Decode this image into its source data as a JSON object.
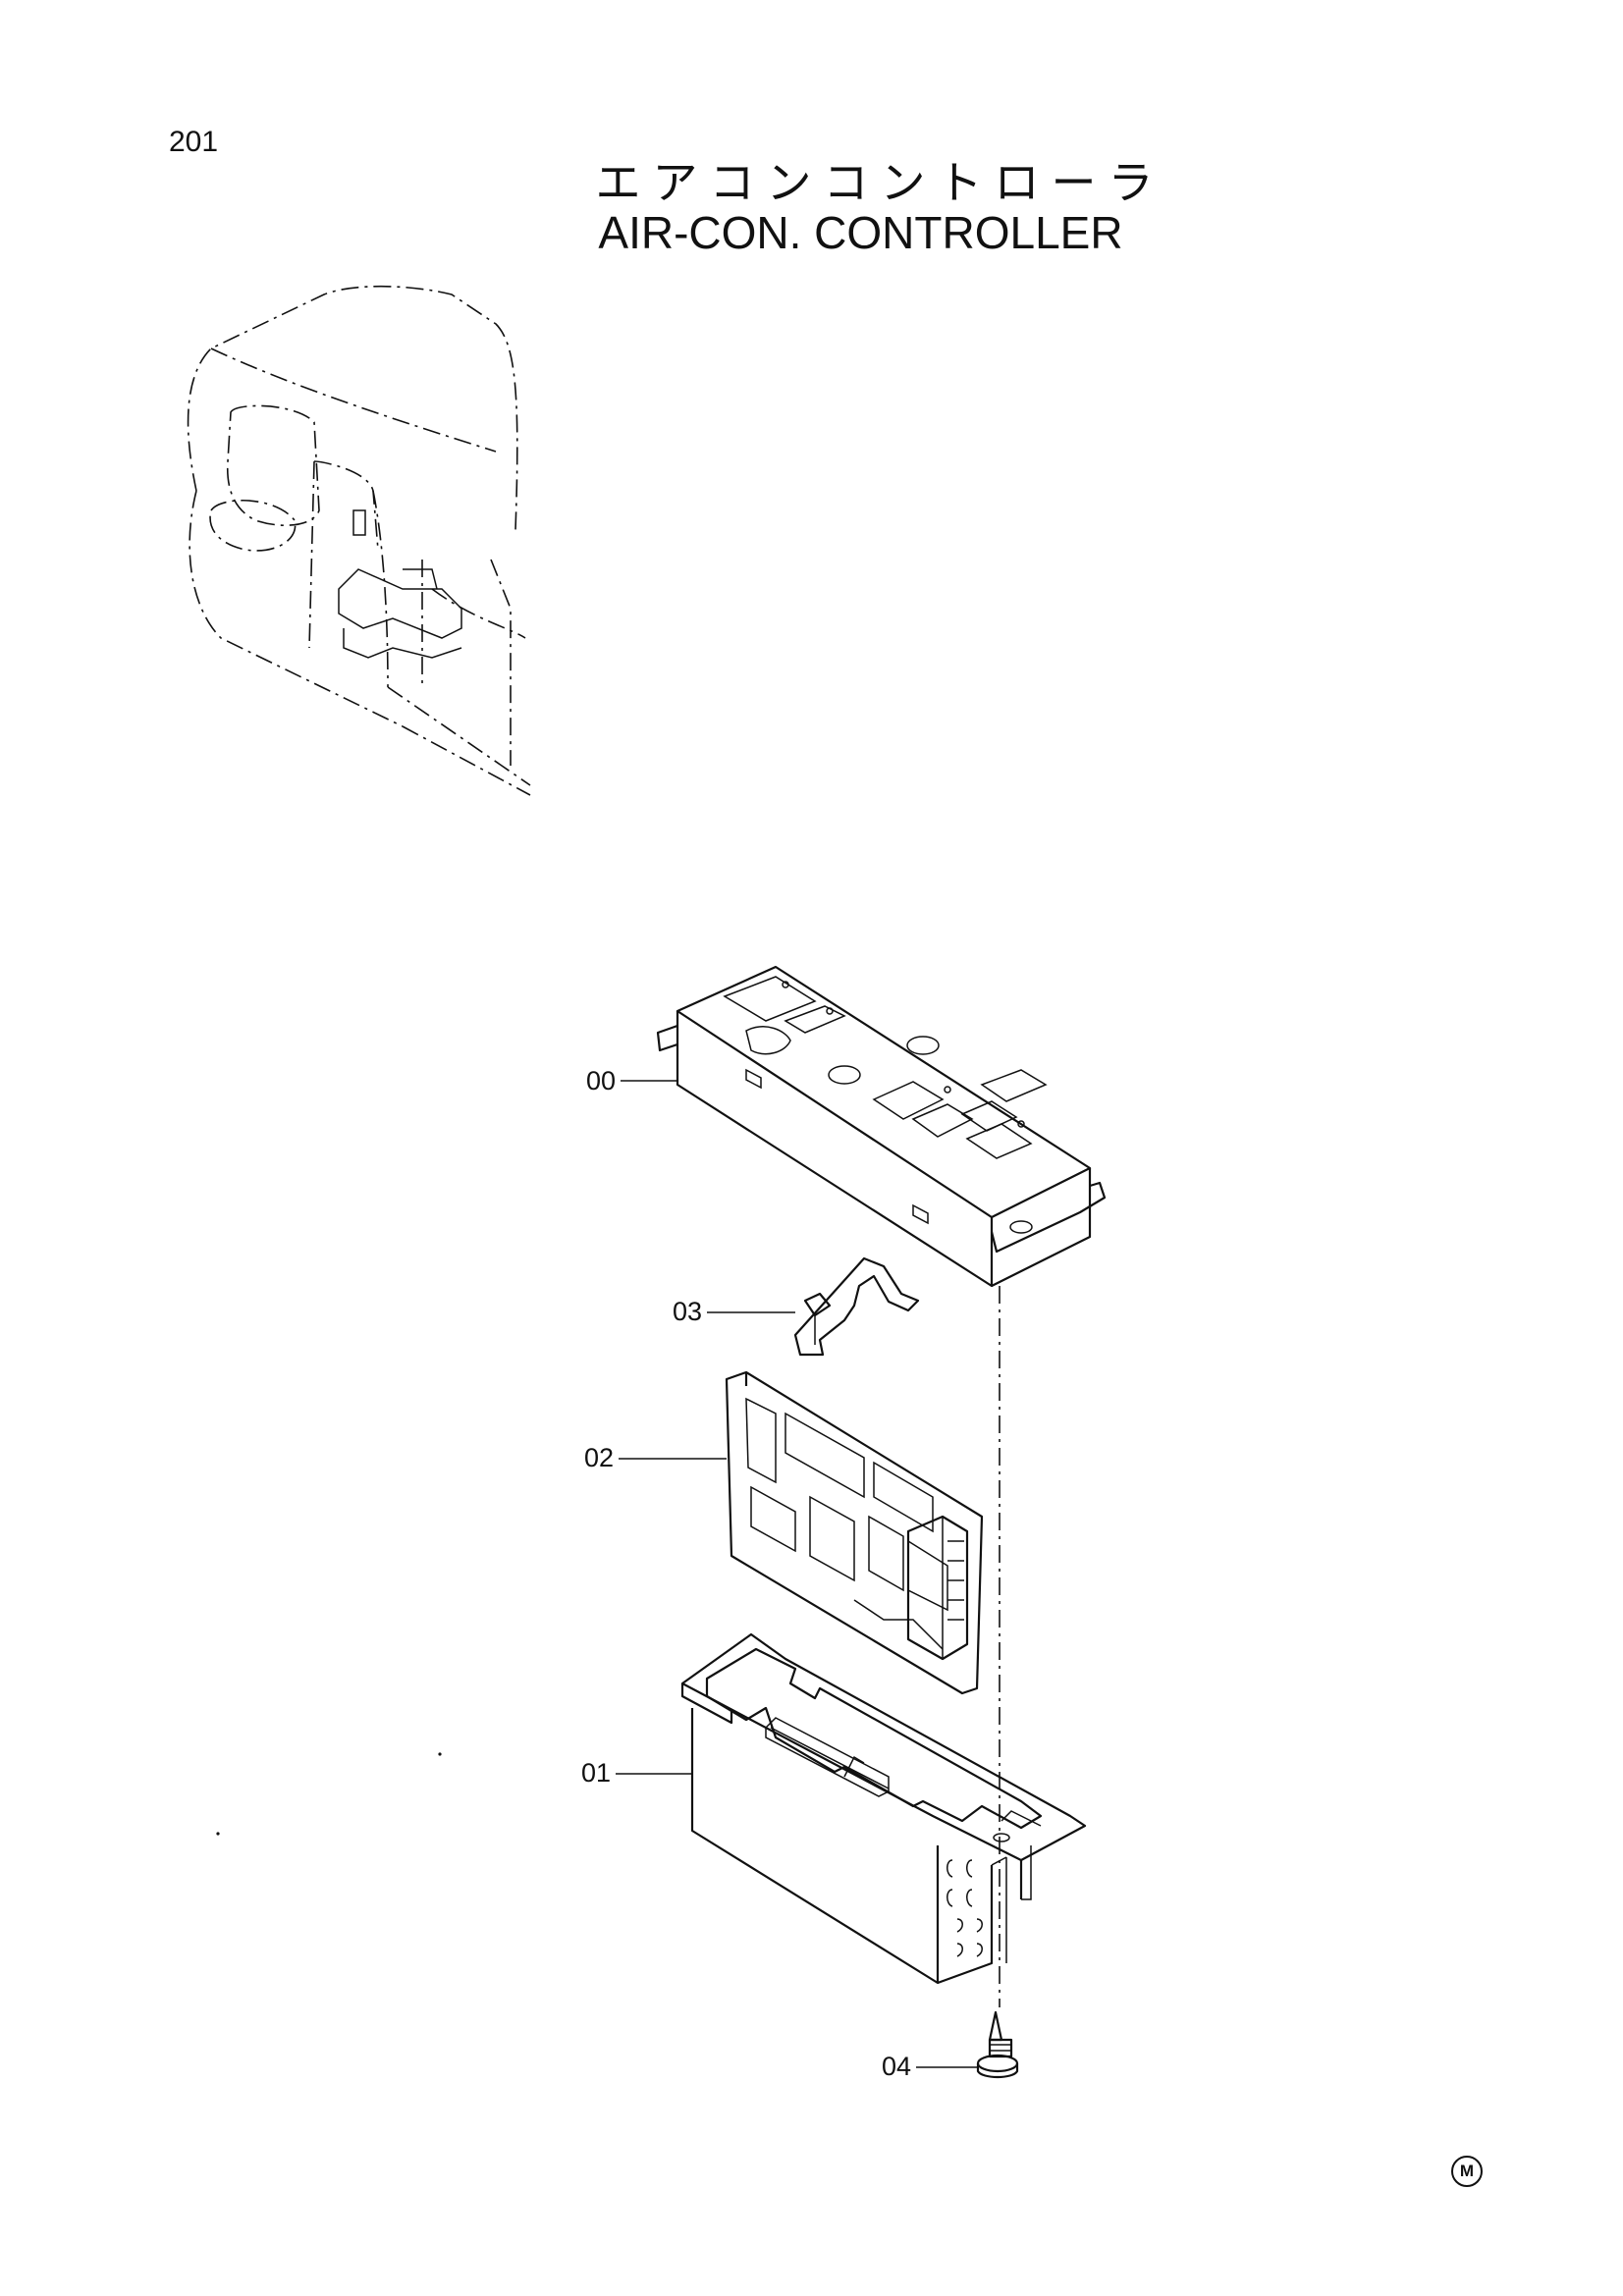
{
  "header": {
    "page_number": "201",
    "title_jp": "エアコンコントローラ",
    "title_en": "AIR-CON. CONTROLLER"
  },
  "callouts": [
    {
      "id": "00",
      "part": "controller-assembly"
    },
    {
      "id": "03",
      "part": "clip"
    },
    {
      "id": "02",
      "part": "circuit-board"
    },
    {
      "id": "01",
      "part": "case"
    },
    {
      "id": "04",
      "part": "screw"
    }
  ],
  "footer": {
    "mark": "M"
  }
}
